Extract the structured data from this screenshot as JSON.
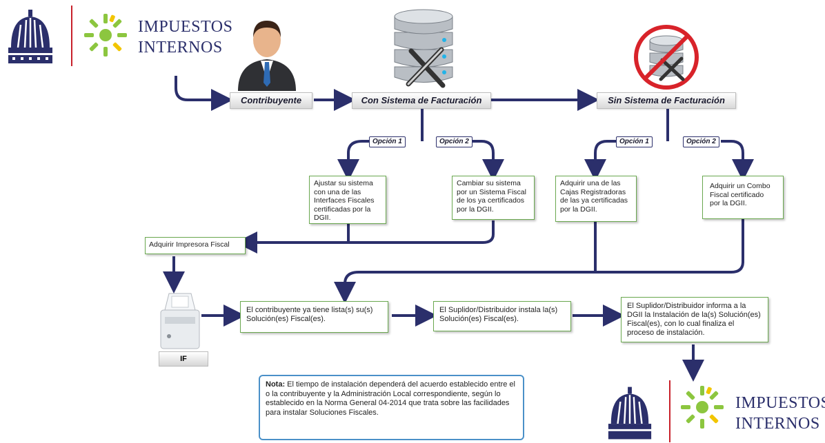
{
  "logo": {
    "line1": "IMPUESTOS",
    "line2": "INTERNOS"
  },
  "categories": {
    "contribuyente": "Contribuyente",
    "con_sistema": "Con Sistema de Facturación",
    "sin_sistema": "Sin Sistema de Facturación"
  },
  "options": {
    "opcion1": "Opción 1",
    "opcion2": "Opción 2"
  },
  "boxes": {
    "con_op1": "Ajustar su sistema con una de las Interfaces Fiscales certificadas por la DGII.",
    "con_op2": "Cambiar su sistema por un Sistema Fiscal de los ya certificados por la DGII.",
    "sin_op1": "Adquirir una de las Cajas Registradoras de las ya certificadas por la DGII.",
    "sin_op2": "Adquirir un Combo Fiscal certificado por la DGII.",
    "impresora": "Adquirir Impresora Fiscal",
    "lista": "El contribuyente ya tiene lista(s) su(s) Solución(es) Fiscal(es).",
    "instala": "El Suplidor/Distribuidor instala la(s) Solución(es) Fiscal(es).",
    "informa": "El Suplidor/Distribuidor informa a la DGII la Instalación de la(s) Solución(es) Fiscal(es), con lo cual finaliza el proceso de instalación."
  },
  "if_label": "IF",
  "note": {
    "label": "Nota:",
    "text": " El tiempo de instalación dependerá del acuerdo establecido entre el o la contribuyente y la Administración Local correspondiente, según lo establecido en la Norma General 04-2014 que trata sobre las facilidades para instalar Soluciones Fiscales."
  },
  "colors": {
    "arrow": "#2b2f6b",
    "box_border": "#6aa84f",
    "note_border": "#4a90c8",
    "logo_red": "#c8202a"
  }
}
